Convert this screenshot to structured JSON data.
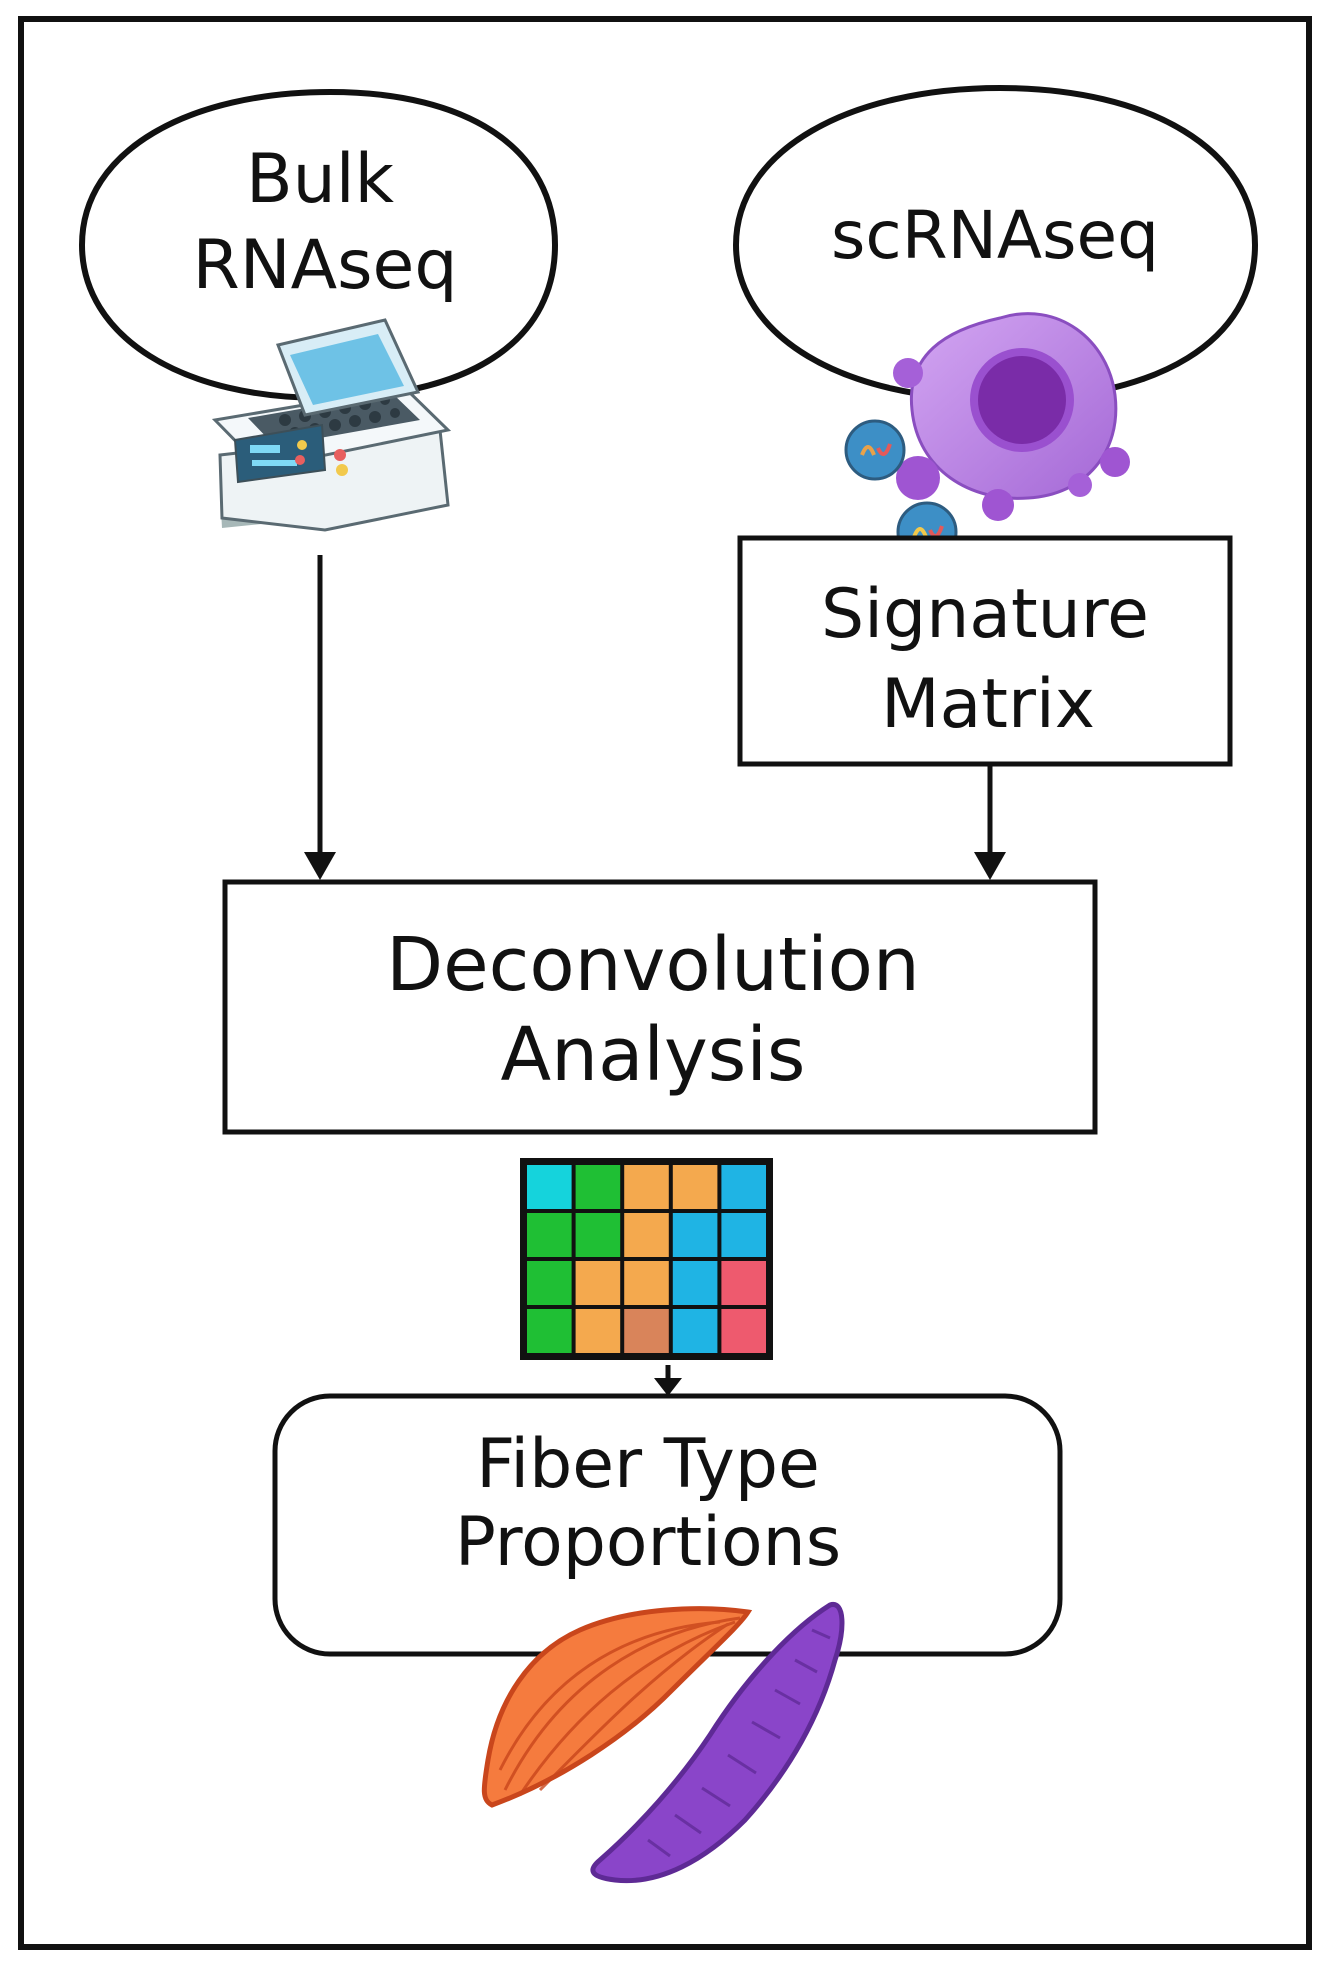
{
  "nodes": {
    "bulk": {
      "lines": [
        "Bulk",
        "RNAseq"
      ]
    },
    "scrna": {
      "lines": [
        "scRNAseq"
      ]
    },
    "signature": {
      "lines": [
        "Signature",
        "Matrix"
      ]
    },
    "deconvolution": {
      "lines": [
        "Deconvolution",
        "Analysis"
      ]
    },
    "fiber": {
      "lines": [
        "Fiber Type",
        "Proportions"
      ]
    }
  },
  "icons": {
    "bulk": "sequencer-machine-icon",
    "scrna": "single-cell-icon",
    "grid": "proportion-matrix-icon",
    "fiber": "muscle-fiber-icon"
  },
  "matrix": {
    "rows": [
      [
        "#15d3dc",
        "#1fbf34",
        "#f4a94e",
        "#f4a94e",
        "#1fb4e4"
      ],
      [
        "#1fbf34",
        "#1fbf34",
        "#f4a94e",
        "#1fb4e4",
        "#1fb4e4"
      ],
      [
        "#1fbf34",
        "#f4a94e",
        "#f4a94e",
        "#1fb4e4",
        "#ee5a6e"
      ],
      [
        "#1fbf34",
        "#f4a94e",
        "#d9845a",
        "#1fb4e4",
        "#ee5a6e"
      ]
    ]
  },
  "colors": {
    "stroke": "#111111",
    "cell_body": "#b77be0",
    "cell_nucleus": "#7a2ca8",
    "muscle_orange": "#f27a3c",
    "muscle_purple": "#8a45c9"
  }
}
